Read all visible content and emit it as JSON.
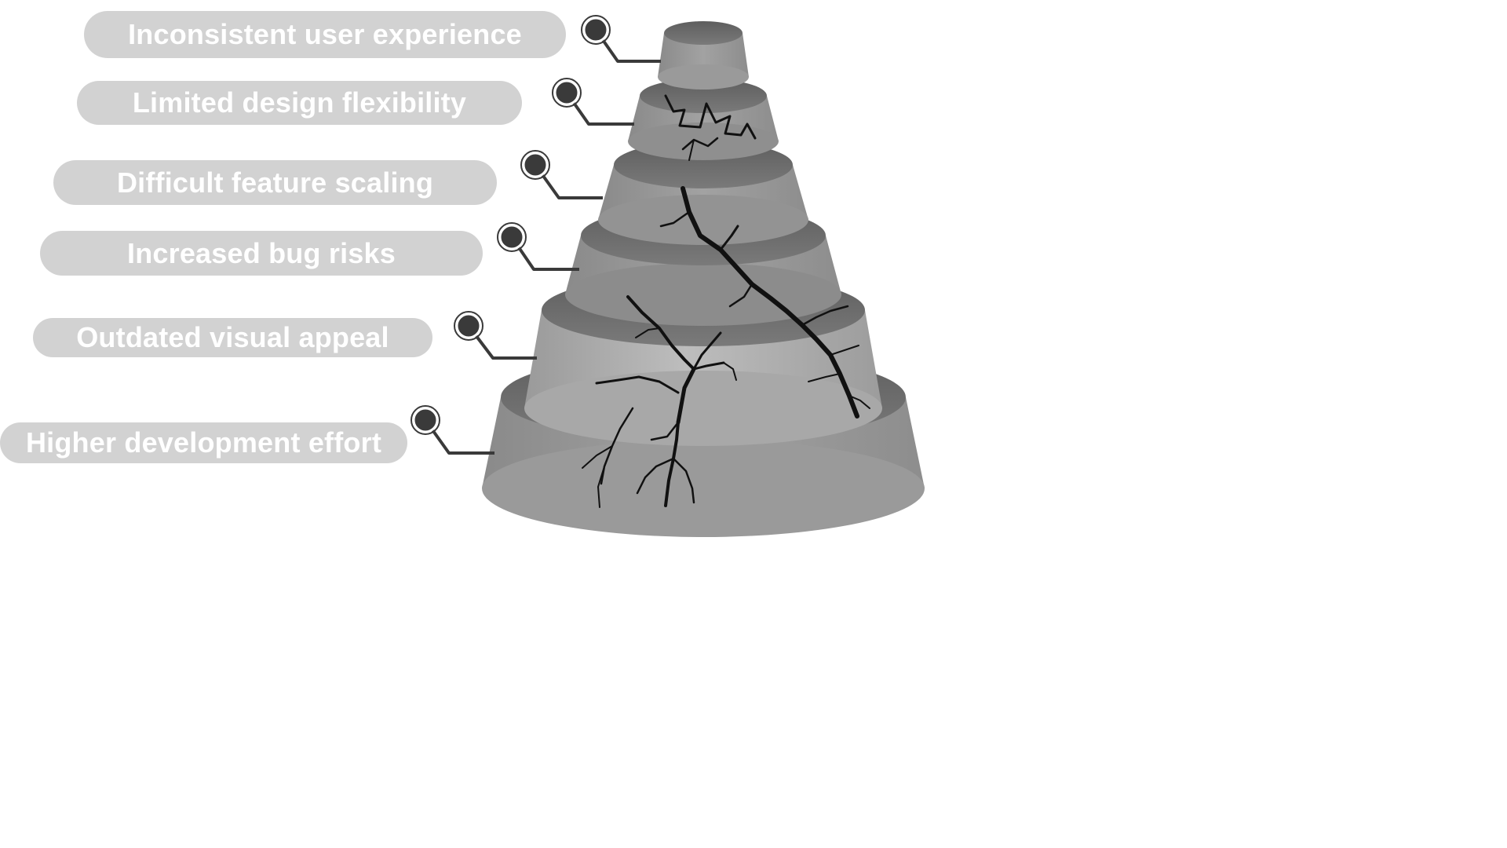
{
  "colors": {
    "background": "#ffffff",
    "pill": "#d2d2d2",
    "pill_text": "#ffffff",
    "connector": "#3a3a3a",
    "tier_side": "#8e8e8e",
    "tier_top": "#6d6d6d",
    "crack": "#111111"
  },
  "diagram": {
    "labels": [
      {
        "text": "Inconsistent user experience",
        "icon": "node-dot-icon"
      },
      {
        "text": "Limited design flexibility",
        "icon": "node-dot-icon"
      },
      {
        "text": "Difficult feature scaling",
        "icon": "node-dot-icon"
      },
      {
        "text": "Increased bug risks",
        "icon": "node-dot-icon"
      },
      {
        "text": "Outdated visual appeal",
        "icon": "node-dot-icon"
      },
      {
        "text": "Higher development effort",
        "icon": "node-dot-icon"
      }
    ]
  }
}
